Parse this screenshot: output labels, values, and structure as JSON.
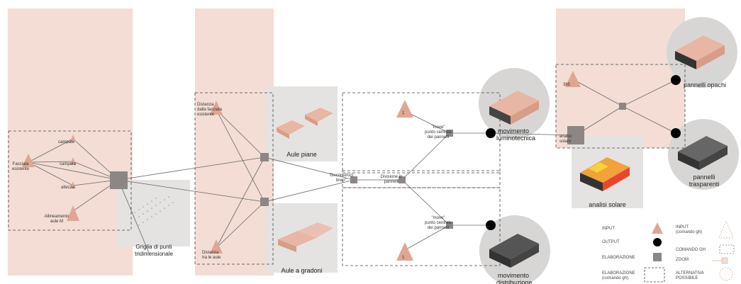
{
  "colors": {
    "panel": "#f3ddd4",
    "thumb": "#e5e3e1",
    "node": "#8c8784",
    "input": "#e0a693",
    "output": "#000000",
    "line": "#666666",
    "dash": "#444444",
    "circle": "#d7d6d5"
  },
  "inputs": {
    "facciata": "Facciata\nesistente",
    "campate": "campate",
    "campata": "campata",
    "altezza": "altezza",
    "allineamento": "Allineamento\naule M",
    "distanza_facciata": "Distanza\ndalla facciata\nesistente",
    "distanza_aule": "Distanza\ntra le aule",
    "one_top": "1",
    "one_bottom": "1",
    "v385": "385"
  },
  "nodes": {
    "deconstruct": "\"Deconstruct\nbrep\"",
    "divisione": "Divisione in\npannelli",
    "move_top": "\"move\"\npunto centrale\ndei pannelli",
    "move_bottom": "\"move\"\npunto centrale\ndei pannelli",
    "analisi": "analisi\nsolare"
  },
  "captions": {
    "griglia": "Griglia di punti tridimensionale",
    "aule_piane": "Aule piane",
    "aule_gradoni": "Aule a gradoni",
    "movimento_lum": "movimento\nluminotecnica",
    "movimento_dist": "movimento\ndistribuzione",
    "pannelli_opachi": "pannelli opachi",
    "pannelli_trasparenti": "pannelli\ntrasparenti",
    "analisi_solare": "analisi solare"
  },
  "legend": {
    "input": "INPUT",
    "output": "OUTPUT",
    "elaborazione": "ELABORAZIONE",
    "elaborazione_cmd": "ELABORAZIONE\n(comando gh)",
    "input_gh": "INPUT\n(comando gh)",
    "comando_gh": "COMANDO GH",
    "zoom": "ZOOM",
    "alternativa": "ALTERNATIVA\nPOSSIBILE"
  }
}
